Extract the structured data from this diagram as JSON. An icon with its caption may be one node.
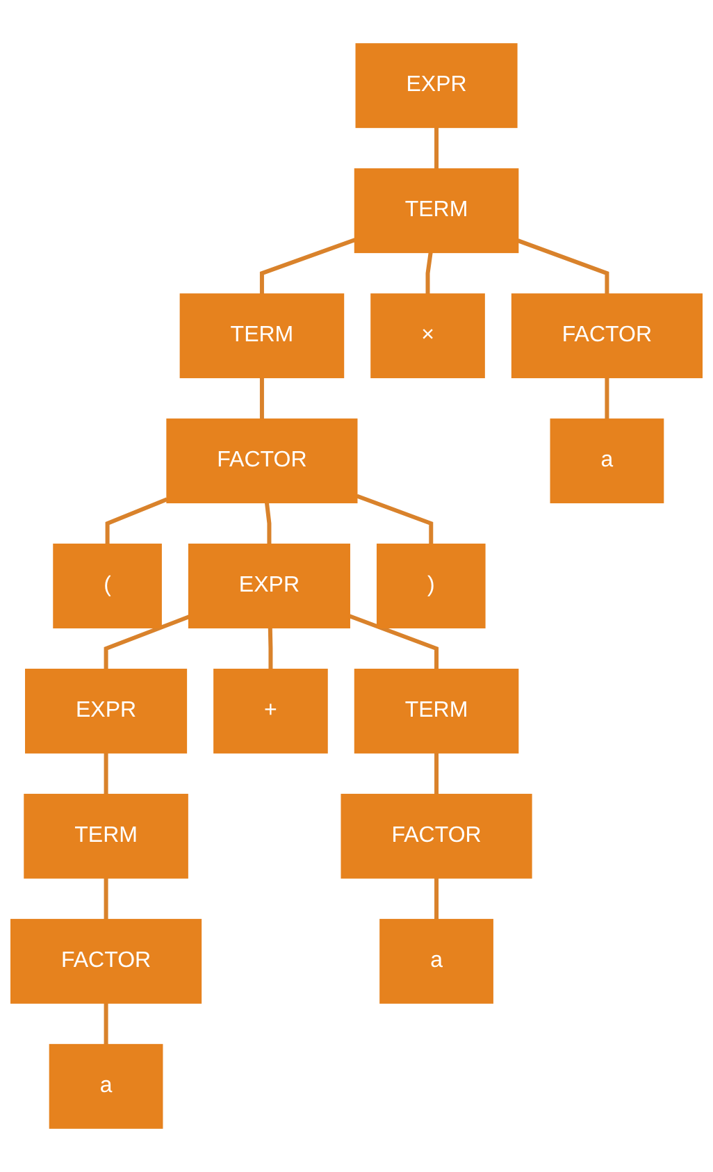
{
  "diagram": {
    "nodes": [
      {
        "text": [
          "EXPR"
        ]
      },
      {
        "text": [
          "TERM"
        ]
      },
      {
        "text": [
          "TERM"
        ]
      },
      {
        "text": [
          "×"
        ]
      },
      {
        "text": [
          "FACTOR"
        ]
      },
      {
        "text": [
          "FACTOR"
        ]
      },
      {
        "text": [
          "a"
        ]
      },
      {
        "text": [
          "("
        ]
      },
      {
        "text": [
          "EXPR"
        ]
      },
      {
        "text": [
          ")"
        ]
      },
      {
        "text": [
          "EXPR"
        ]
      },
      {
        "text": [
          "+"
        ]
      },
      {
        "text": [
          "TERM"
        ]
      },
      {
        "text": [
          "TERM"
        ]
      },
      {
        "text": [
          "FACTOR"
        ]
      },
      {
        "text": [
          "FACTOR"
        ]
      },
      {
        "text": [
          "a"
        ]
      },
      {
        "text": [
          "a"
        ]
      }
    ],
    "edges": [
      {
        "from": 0,
        "to": 1,
        "arrow": "none"
      },
      {
        "from": 1,
        "to": 2,
        "arrow": "none"
      },
      {
        "from": 1,
        "to": 3,
        "arrow": "none"
      },
      {
        "from": 1,
        "to": 4,
        "arrow": "none"
      },
      {
        "from": 2,
        "to": 5,
        "arrow": "none"
      },
      {
        "from": 4,
        "to": 6,
        "arrow": "none"
      },
      {
        "from": 5,
        "to": 7,
        "arrow": "none"
      },
      {
        "from": 5,
        "to": 8,
        "arrow": "none"
      },
      {
        "from": 5,
        "to": 9,
        "arrow": "none"
      },
      {
        "from": 8,
        "to": 10,
        "arrow": "none"
      },
      {
        "from": 8,
        "to": 11,
        "arrow": "none"
      },
      {
        "from": 8,
        "to": 12,
        "arrow": "none"
      },
      {
        "from": 10,
        "to": 13,
        "arrow": "none"
      },
      {
        "from": 12,
        "to": 14,
        "arrow": "none"
      },
      {
        "from": 13,
        "to": 15,
        "arrow": "none"
      },
      {
        "from": 14,
        "to": 16,
        "arrow": "none"
      },
      {
        "from": 15,
        "to": 17,
        "arrow": "none"
      }
    ]
  }
}
